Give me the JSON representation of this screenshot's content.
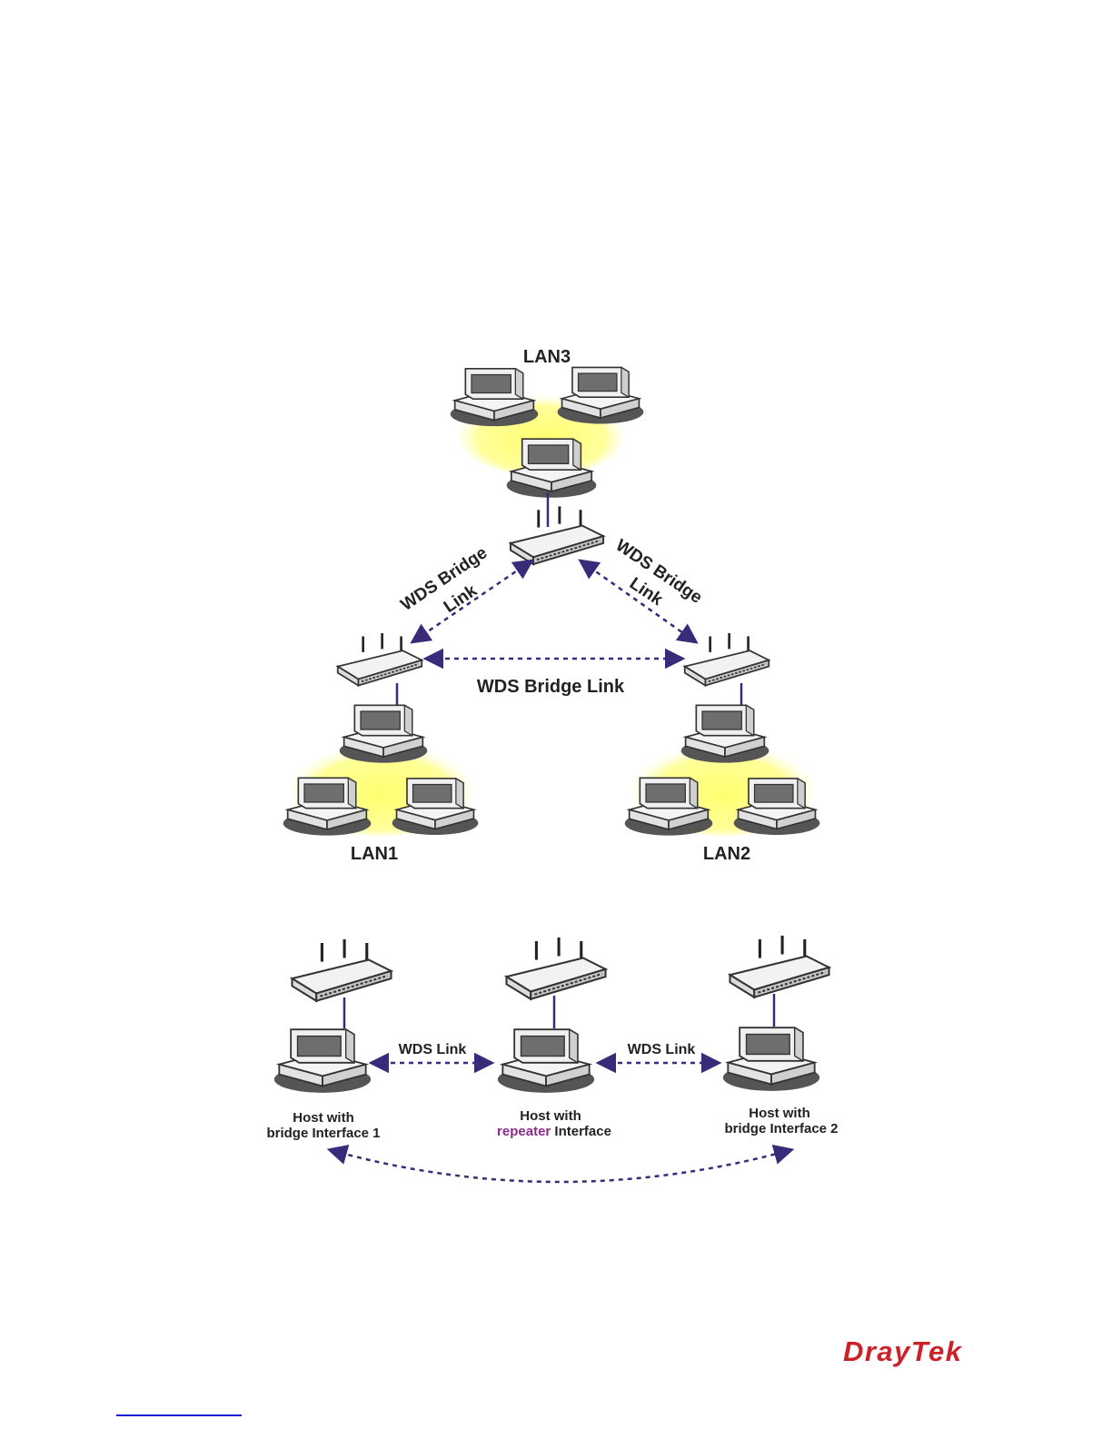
{
  "diagram1": {
    "lan_labels": {
      "lan3": "LAN3",
      "lan1": "LAN1",
      "lan2": "LAN2"
    },
    "link_labels": {
      "left_line1": "WDS Bridge",
      "left_line2": "Link",
      "right_line1": "WDS Bridge",
      "right_line2": "Link",
      "bottom": "WDS Bridge Link"
    }
  },
  "diagram2": {
    "link_left": "WDS Link",
    "link_right": "WDS Link",
    "host1": {
      "line1": "Host with",
      "line2": "bridge Interface 1"
    },
    "host2": {
      "line1": "Host with",
      "line2_highlight": "repeater",
      "line2_rest": " Interface"
    },
    "host3": {
      "line1": "Host with",
      "line2": "bridge Interface 2"
    }
  },
  "brand": {
    "logo_text": "DrayTek"
  },
  "colors": {
    "arrow": "#3a2a7a",
    "glow": "#ffff70",
    "highlight": "#8a2c8a",
    "brand": "#cc2128"
  }
}
